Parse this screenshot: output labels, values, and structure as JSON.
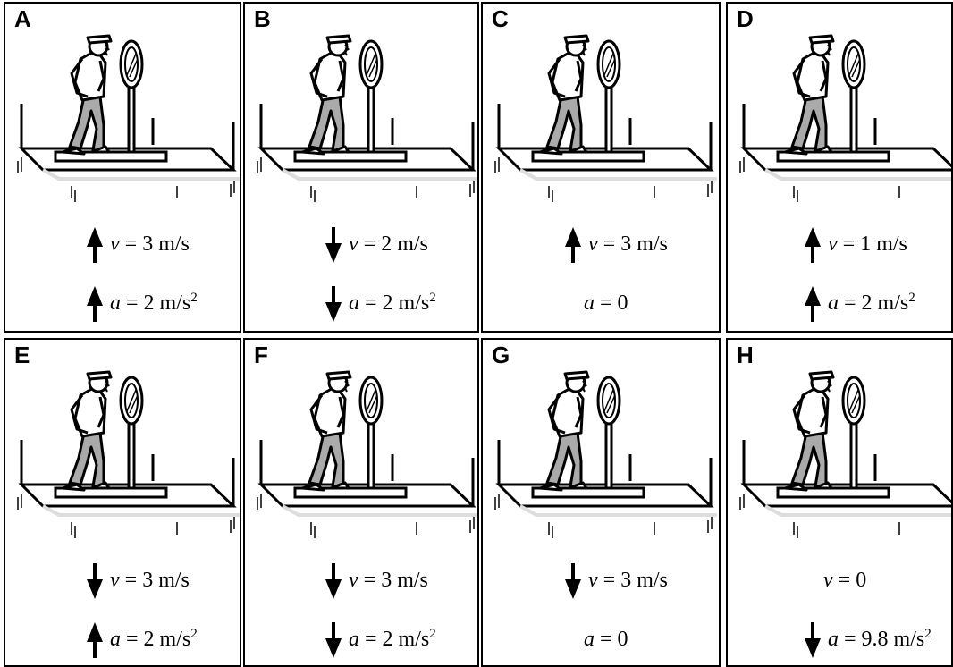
{
  "panels": [
    {
      "label": "A",
      "v": {
        "text": "3 m/s",
        "dir": "up"
      },
      "a": {
        "text": "2 m/s",
        "squared": true,
        "dir": "up"
      }
    },
    {
      "label": "B",
      "v": {
        "text": "2 m/s",
        "dir": "down"
      },
      "a": {
        "text": "2 m/s",
        "squared": true,
        "dir": "down"
      }
    },
    {
      "label": "C",
      "v": {
        "text": "3 m/s",
        "dir": "up"
      },
      "a": {
        "text": "0",
        "squared": false,
        "dir": "none"
      }
    },
    {
      "label": "D",
      "v": {
        "text": "1 m/s",
        "dir": "up"
      },
      "a": {
        "text": "2 m/s",
        "squared": true,
        "dir": "up"
      }
    },
    {
      "label": "E",
      "v": {
        "text": "3 m/s",
        "dir": "down"
      },
      "a": {
        "text": "2 m/s",
        "squared": true,
        "dir": "up"
      }
    },
    {
      "label": "F",
      "v": {
        "text": "3 m/s",
        "dir": "down"
      },
      "a": {
        "text": "2 m/s",
        "squared": true,
        "dir": "down"
      }
    },
    {
      "label": "G",
      "v": {
        "text": "3 m/s",
        "dir": "down"
      },
      "a": {
        "text": "0",
        "squared": false,
        "dir": "none"
      }
    },
    {
      "label": "H",
      "v": {
        "text": "0",
        "dir": "none"
      },
      "a": {
        "text": "9.8 m/s",
        "squared": true,
        "dir": "down"
      }
    }
  ],
  "symbols": {
    "v": "v",
    "a": "a",
    "equals": " = ",
    "exp": "2"
  },
  "icons": {
    "person": "person-on-scale-icon",
    "scale": "scale-dial-icon",
    "arrow_up": "arrow-up-icon",
    "arrow_down": "arrow-down-icon"
  },
  "colors": {
    "legs": "#aaaaaa",
    "stroke": "#000000",
    "shadow": "#cccccc"
  }
}
